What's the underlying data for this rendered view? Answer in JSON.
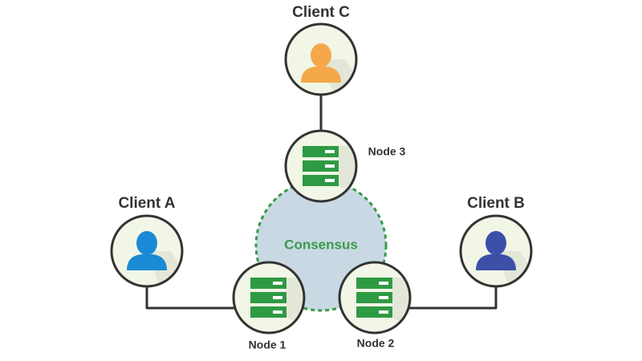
{
  "consensus": {
    "label": "Consensus",
    "fill_color": "#c8d9e4",
    "border_color": "#3a9a4a",
    "text_color": "#3a9a4a"
  },
  "colors": {
    "connector": "#333333",
    "circle_fill": "#f2f6e6",
    "circle_border": "#333333",
    "server_green": "#2f9a44",
    "server_slot": "#ffffff"
  },
  "clients": {
    "a": {
      "label": "Client A",
      "icon": "user-icon",
      "color": "#1a8ad4"
    },
    "b": {
      "label": "Client B",
      "icon": "user-icon",
      "color": "#3d4fa8"
    },
    "c": {
      "label": "Client C",
      "icon": "user-icon",
      "color": "#f5a84a"
    }
  },
  "nodes": {
    "n1": {
      "label": "Node 1",
      "icon": "server-icon"
    },
    "n2": {
      "label": "Node 2",
      "icon": "server-icon"
    },
    "n3": {
      "label": "Node 3",
      "icon": "server-icon"
    }
  }
}
